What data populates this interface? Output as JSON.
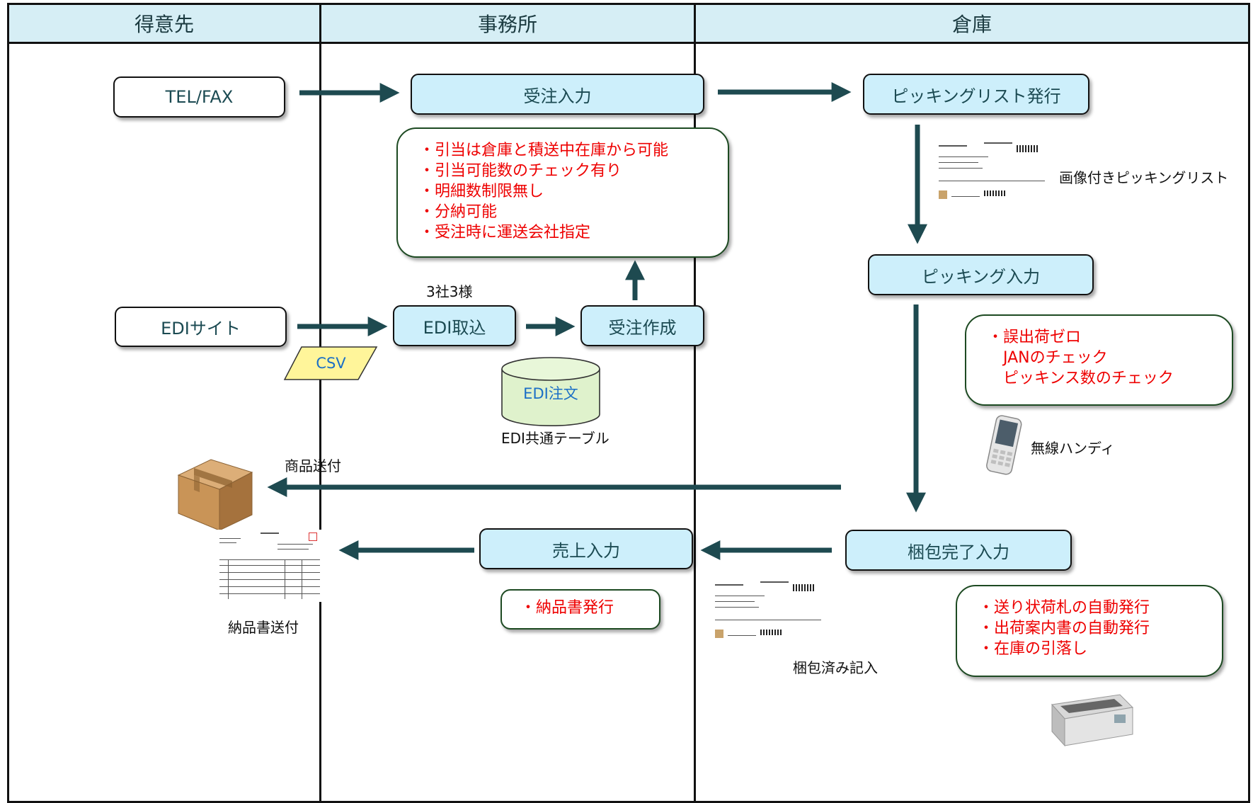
{
  "lanes": {
    "customer": "得意先",
    "office": "事務所",
    "warehouse": "倉庫"
  },
  "nodes": {
    "telfax": "TEL/FAX",
    "edi_site": "EDIサイト",
    "csv": "CSV",
    "order_entry": "受注入力",
    "edi_import": "EDI取込",
    "order_create": "受注作成",
    "edi_order_db": "EDI注文",
    "picking_list_issue": "ピッキングリスト発行",
    "picking_entry": "ピッキング入力",
    "packing_done": "梱包完了入力",
    "sales_entry": "売上入力"
  },
  "labels": {
    "three_companies": "3社3様",
    "edi_common_table": "EDI共通テーブル",
    "picking_list_with_images": "画像付きピッキングリスト",
    "wireless_handy": "無線ハンディ",
    "goods_shipping": "商品送付",
    "delivery_note_send": "納品書送付",
    "packed_note": "梱包済み記入"
  },
  "notes": {
    "order_features": [
      "・引当は倉庫と積送中在庫から可能",
      "・引当可能数のチェック有り",
      "・明細数制限無し",
      "・分納可能",
      "・受注時に運送会社指定"
    ],
    "picking_features": [
      "・誤出荷ゼロ",
      "　JANのチェック",
      "　ピッキンス数のチェック"
    ],
    "delivery_note": [
      "・納品書発行"
    ],
    "packing_features": [
      "・送り状荷札の自動発行",
      "・出荷案内書の自動発行",
      "・在庫の引落し"
    ]
  },
  "colors": {
    "lane_header": "#d6eef5",
    "process_box": "#cdeffb",
    "note_text": "#ee0000",
    "arrow": "#1e4a50",
    "csv_fill": "#fff59a",
    "db_fill": "#dff2cc"
  }
}
